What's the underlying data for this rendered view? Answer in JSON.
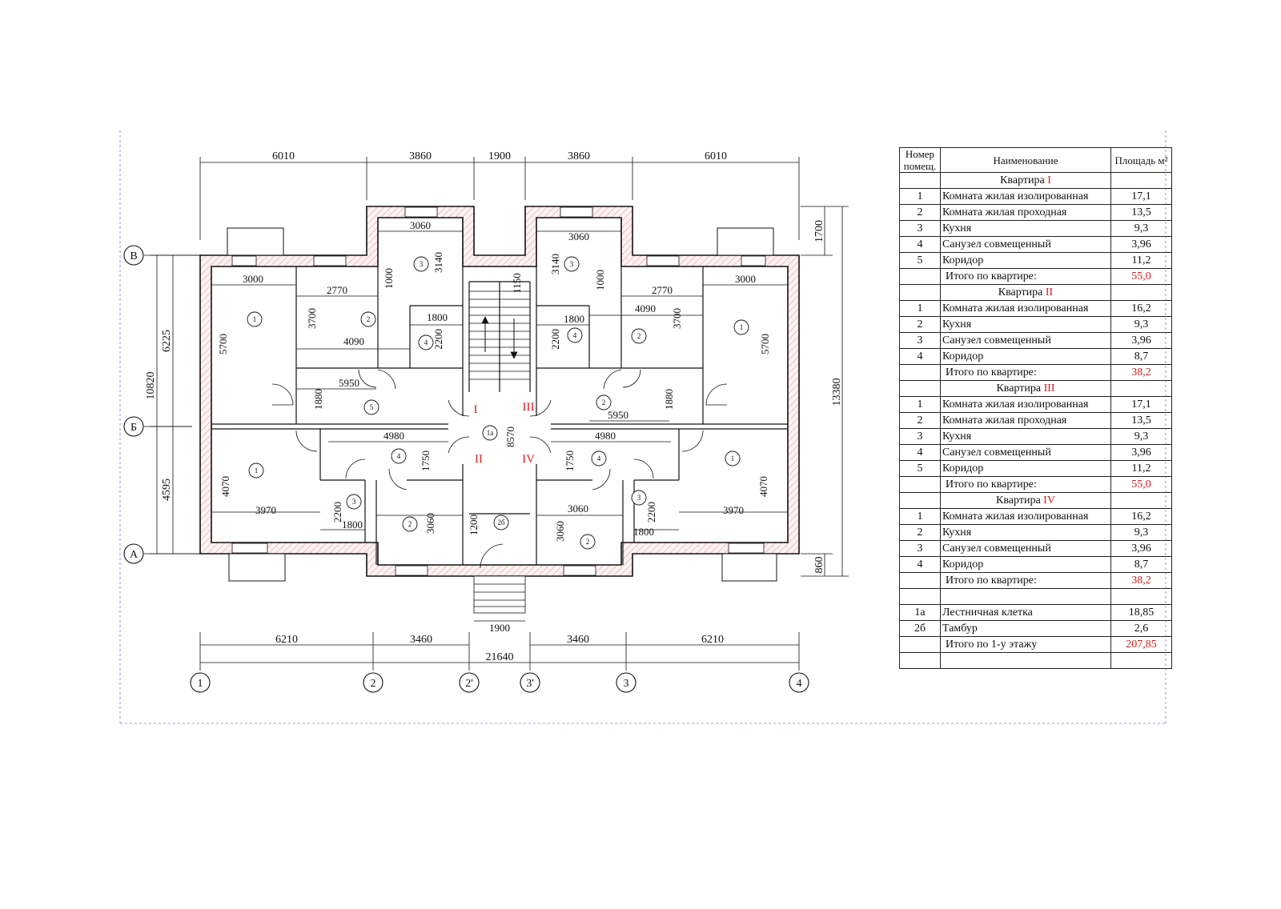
{
  "plan": {
    "top_dims": [
      "6010",
      "3860",
      "1900",
      "3860",
      "6010"
    ],
    "bottom_dims": [
      "6210",
      "3460",
      "3460",
      "6210"
    ],
    "overall_width": "21640",
    "entrance_width": "1900",
    "left_dims": {
      "upper": "6225",
      "lower": "4595",
      "overall": "10820"
    },
    "right_dims": {
      "top": "1700",
      "overall": "13380",
      "bottom": "860"
    },
    "row_axes": [
      "В",
      "Б",
      "А"
    ],
    "col_axes": [
      "1",
      "2",
      "2'",
      "3'",
      "3",
      "4"
    ],
    "apartments": [
      "I",
      "II",
      "III",
      "IV"
    ],
    "room_marks": {
      "r1": "1",
      "r2": "2",
      "r3": "3",
      "r4": "4",
      "r5": "5",
      "stair": "1а",
      "vest": "2б"
    },
    "inner_dims": {
      "d3060": "3060",
      "d3140": "3140",
      "d3000": "3000",
      "d2770": "2770",
      "d1000": "1000",
      "d2200": "2200",
      "d1150": "1150",
      "d1800": "1800",
      "d3700": "3700",
      "d4090": "4090",
      "d5700": "5700",
      "d5950": "5950",
      "d1880": "1880",
      "d4980": "4980",
      "d8570": "8570",
      "d1750": "1750",
      "d4070": "4070",
      "d3970": "3970",
      "d1200": "1200"
    }
  },
  "table": {
    "headers": {
      "number": "Номер помещ.",
      "name": "Наименование",
      "area": "Площадь м²"
    },
    "sections": [
      {
        "title": "Квартира",
        "numeral": "I",
        "rows": [
          {
            "n": "1",
            "name": "Комната жилая изолированная",
            "area": "17,1"
          },
          {
            "n": "2",
            "name": "Комната жилая проходная",
            "area": "13,5"
          },
          {
            "n": "3",
            "name": "Кухня",
            "area": "9,3"
          },
          {
            "n": "4",
            "name": "Санузел совмещенный",
            "area": "3,96"
          },
          {
            "n": "5",
            "name": "Коридор",
            "area": "11,2"
          }
        ],
        "total_label": "Итого по квартире:",
        "total": "55,0"
      },
      {
        "title": "Квартира",
        "numeral": "II",
        "rows": [
          {
            "n": "1",
            "name": "Комната жилая изолированная",
            "area": "16,2"
          },
          {
            "n": "2",
            "name": "Кухня",
            "area": "9,3"
          },
          {
            "n": "3",
            "name": "Санузел совмещенный",
            "area": "3,96"
          },
          {
            "n": "4",
            "name": "Коридор",
            "area": "8,7"
          }
        ],
        "total_label": "Итого по квартире:",
        "total": "38,2"
      },
      {
        "title": "Квартира",
        "numeral": "III",
        "rows": [
          {
            "n": "1",
            "name": "Комната жилая изолированная",
            "area": "17,1"
          },
          {
            "n": "2",
            "name": "Комната жилая проходная",
            "area": "13,5"
          },
          {
            "n": "3",
            "name": "Кухня",
            "area": "9,3"
          },
          {
            "n": "4",
            "name": "Санузел совмещенный",
            "area": "3,96"
          },
          {
            "n": "5",
            "name": "Коридор",
            "area": "11,2"
          }
        ],
        "total_label": "Итого по квартире:",
        "total": "55,0"
      },
      {
        "title": "Квартира",
        "numeral": "IV",
        "rows": [
          {
            "n": "1",
            "name": "Комната жилая изолированная",
            "area": "16,2"
          },
          {
            "n": "2",
            "name": "Кухня",
            "area": "9,3"
          },
          {
            "n": "3",
            "name": "Санузел совмещенный",
            "area": "3,96"
          },
          {
            "n": "4",
            "name": "Коридор",
            "area": "8,7"
          }
        ],
        "total_label": "Итого по квартире:",
        "total": "38,2"
      }
    ],
    "extra_rows": [
      {
        "n": "1а",
        "name": "Лестничная клетка",
        "area": "18,85"
      },
      {
        "n": "2б",
        "name": "Тамбур",
        "area": "2,6"
      }
    ],
    "floor_total_label": "Итого по 1-у этажу",
    "floor_total": "207,85",
    "accent_color": "#d21f1f"
  }
}
